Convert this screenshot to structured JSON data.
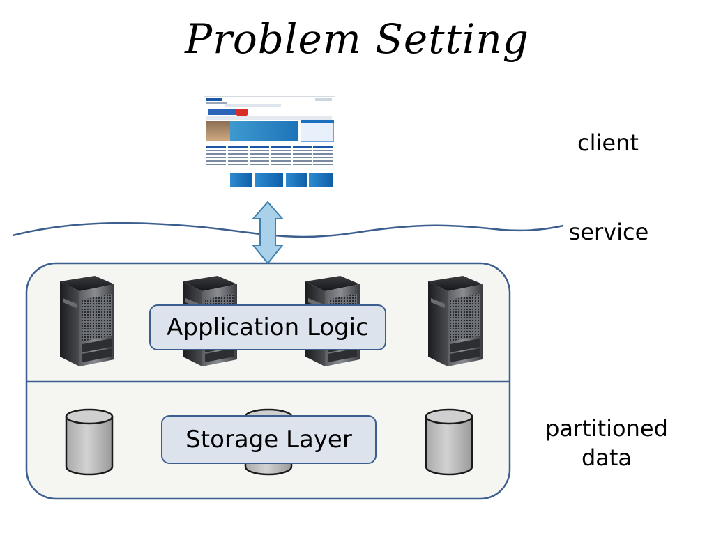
{
  "title": "Problem Setting",
  "labels": {
    "client": "client",
    "service": "service",
    "partitioned_data": [
      "partitioned",
      "data"
    ]
  },
  "layers": {
    "application": "Application Logic",
    "storage": "Storage Layer"
  },
  "colors": {
    "container_border": "#3c5e8e",
    "container_fill": "#f5f6f1",
    "arrow_fill": "#a9d2ea",
    "box_fill": "#dde3ec",
    "cylinder_fill": "#c3c3c3"
  },
  "icons": {
    "client": "webpage-screenshot-icon",
    "servers": [
      "server-tower-icon",
      "server-tower-icon",
      "server-tower-icon",
      "server-tower-icon"
    ],
    "databases": [
      "database-cylinder-icon",
      "database-cylinder-icon",
      "database-cylinder-icon"
    ]
  }
}
